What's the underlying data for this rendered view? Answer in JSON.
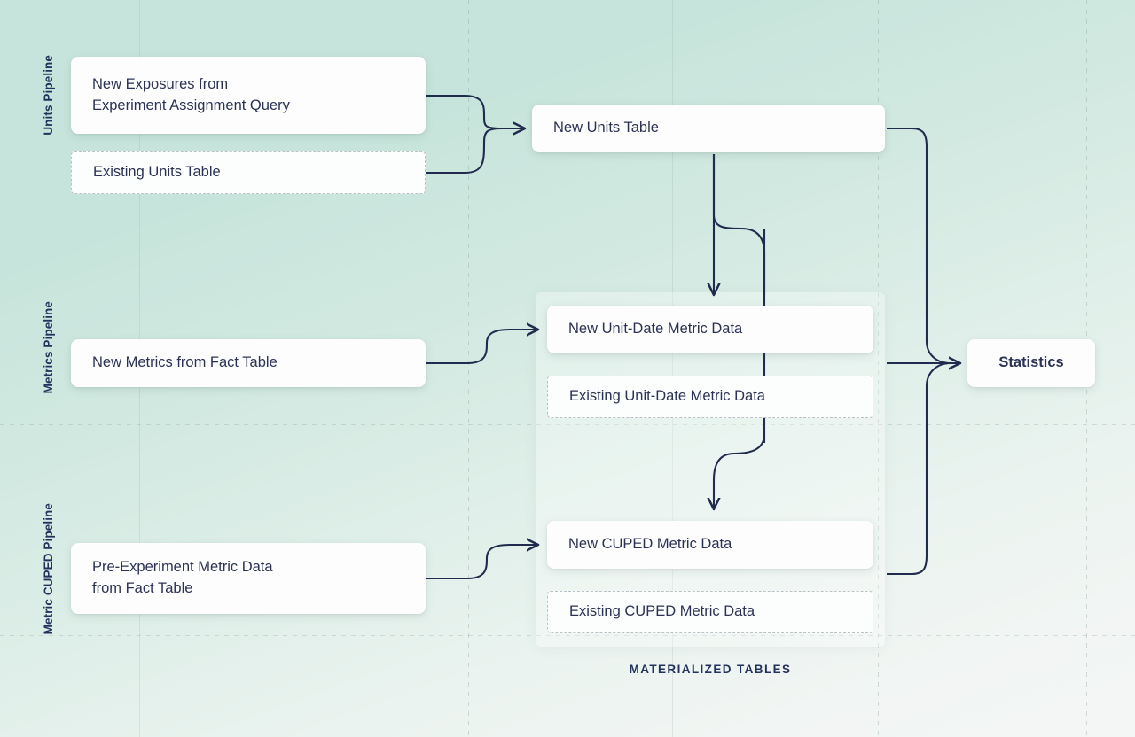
{
  "diagram": {
    "caption": "MATERIALIZED TABLES",
    "accent_line_color": "#202b4e",
    "text_color": "#2b3254",
    "background_from": "#c6e4db",
    "background_to": "#f4f6f5"
  },
  "lanes": [
    {
      "label": "Units Pipeline"
    },
    {
      "label": "Metrics Pipeline"
    },
    {
      "label": "Metric CUPED Pipeline"
    }
  ],
  "sources": [
    {
      "label": "New Exposures from\nExperiment Assignment Query",
      "style": "solid"
    },
    {
      "label": "Existing Units Table",
      "style": "dashed"
    },
    {
      "label": "New Metrics from Fact Table",
      "style": "solid"
    },
    {
      "label": "Pre-Experiment Metric Data\nfrom Fact Table",
      "style": "solid"
    }
  ],
  "materialized": [
    {
      "label": "New Units Table",
      "style": "solid"
    },
    {
      "label": "New Unit-Date Metric Data",
      "style": "solid"
    },
    {
      "label": "Existing Unit-Date Metric Data",
      "style": "dashed"
    },
    {
      "label": "New CUPED Metric Data",
      "style": "solid"
    },
    {
      "label": "Existing CUPED Metric Data",
      "style": "dashed"
    }
  ],
  "output": {
    "label": "Statistics"
  }
}
